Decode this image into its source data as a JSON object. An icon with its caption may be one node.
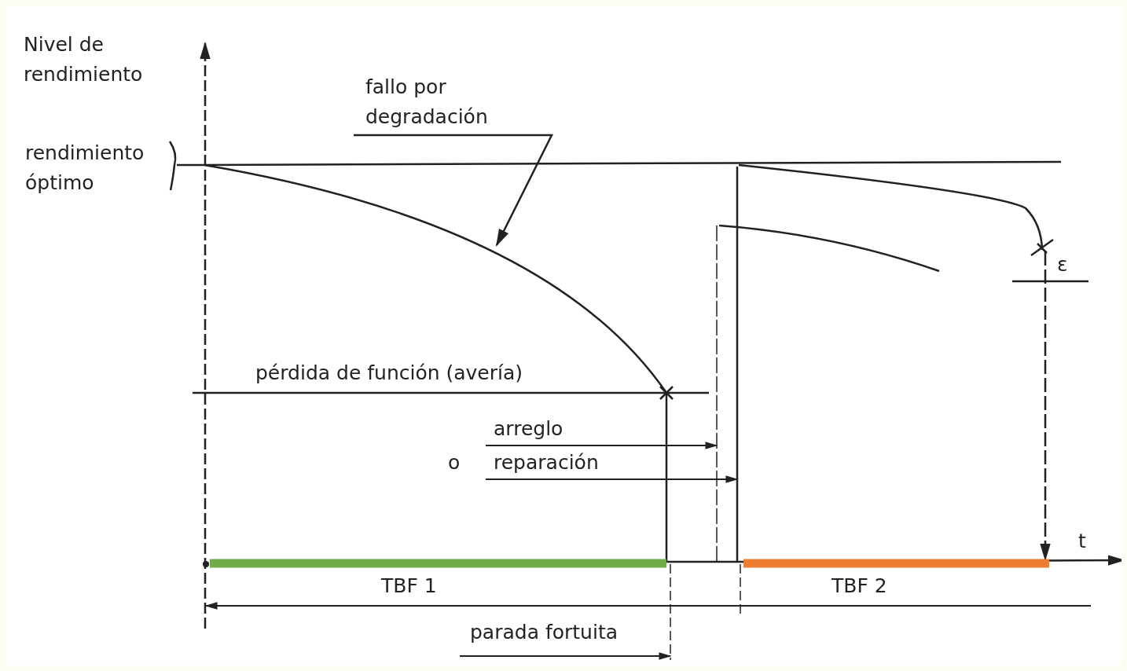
{
  "diagram": {
    "nodes": [
      {
        "text": [
          "fallo por degradación"
        ]
      },
      {
        "text": [],
        "shape": "curve"
      }
    ],
    "edges": [
      {
        "from": 0,
        "to": 1,
        "arrow": "to"
      }
    ],
    "labels": [
      "Nivel de rendimiento",
      "rendimiento óptimo",
      "pérdida de función (avería)",
      "arreglo",
      "o",
      "reparación",
      "ε",
      "t",
      "TBF 1",
      "TBF 2",
      "parada fortuita"
    ]
  }
}
